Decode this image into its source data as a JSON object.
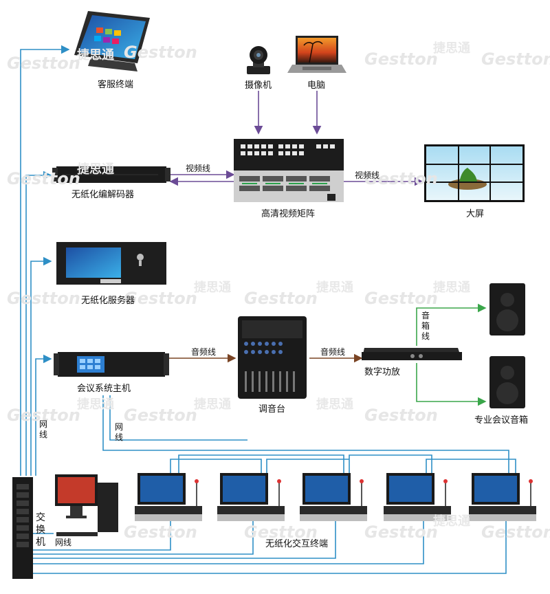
{
  "watermark": {
    "brand": "Gestton",
    "brand_cn": "捷思通"
  },
  "devices": {
    "customer_terminal": "客服终端",
    "camera": "摄像机",
    "computer": "电脑",
    "encoder_decoder": "无纸化编解码器",
    "matrix": "高清视频矩阵",
    "big_screen": "大屏",
    "paperless_server": "无纸化服务器",
    "mixer": "调音台",
    "amplifier": "数字功放",
    "conference_host": "会议系统主机",
    "speakers": "专业会议音箱",
    "switch": "交换机",
    "interactive_terminals": "无纸化交互终端"
  },
  "cables": {
    "video_left": "视频线",
    "video_right": "视频线",
    "audio_1": "音频线",
    "audio_2": "音频线",
    "speaker_cable": "音箱线",
    "network_1": "网线",
    "network_2": "网线",
    "network_3": "网线"
  },
  "colors": {
    "network_line": "#2e8fc6",
    "video_line": "#6b4b96",
    "audio_line": "#7a4424",
    "speaker_line": "#3aa64a"
  }
}
